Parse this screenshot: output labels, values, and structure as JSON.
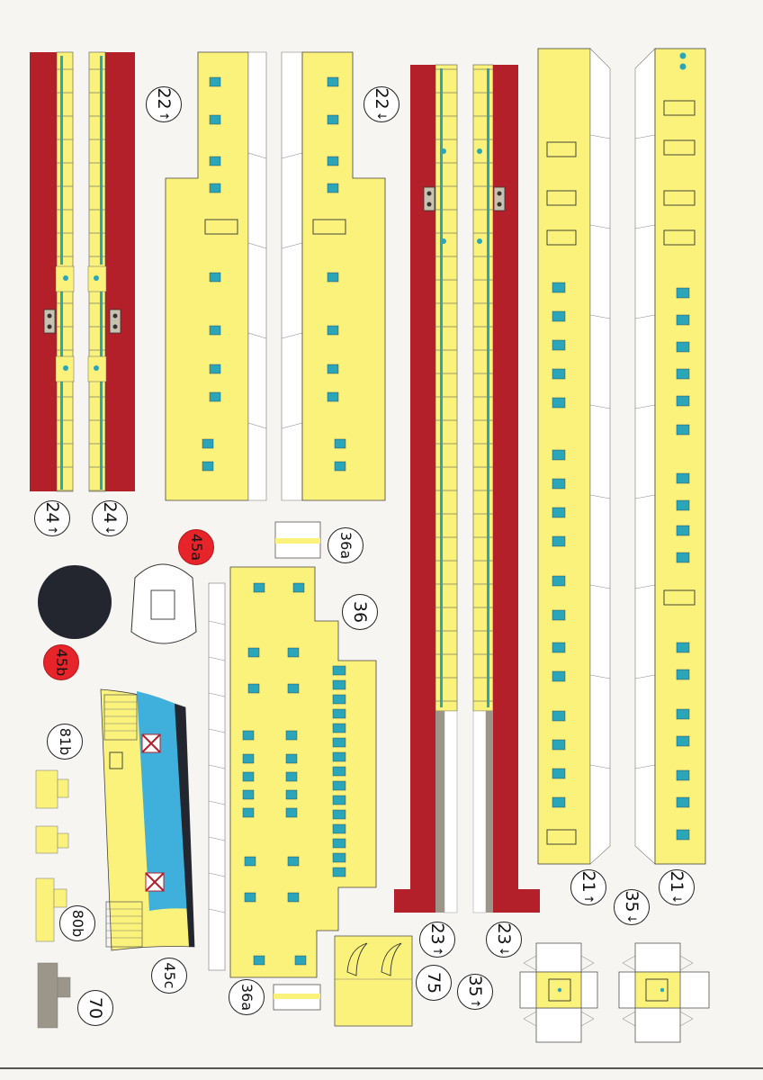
{
  "colors": {
    "paper": "#f6f5f1",
    "red": "#b3202a",
    "yellow": "#faf27a",
    "teal": "#2aa6b8",
    "blue": "#3fb0dc",
    "navy": "#23262f",
    "grey": "#9c968a",
    "label_red": "#e8242b"
  },
  "labels": [
    {
      "id": "24a",
      "text": "24",
      "arrow": "↑",
      "red": false
    },
    {
      "id": "24b",
      "text": "24",
      "arrow": "↓",
      "red": false
    },
    {
      "id": "22a",
      "text": "22",
      "arrow": "↑",
      "red": false
    },
    {
      "id": "22b",
      "text": "22",
      "arrow": "↓",
      "red": false
    },
    {
      "id": "23a",
      "text": "23",
      "arrow": "↑",
      "red": false
    },
    {
      "id": "23b",
      "text": "23",
      "arrow": "↓",
      "red": false
    },
    {
      "id": "21a",
      "text": "21",
      "arrow": "↑",
      "red": false
    },
    {
      "id": "21b",
      "text": "21",
      "arrow": "↓",
      "red": false
    },
    {
      "id": "36",
      "text": "36",
      "arrow": "",
      "red": false
    },
    {
      "id": "36a1",
      "text": "36a",
      "arrow": "",
      "red": false
    },
    {
      "id": "36a2",
      "text": "36a",
      "arrow": "",
      "red": false
    },
    {
      "id": "45a",
      "text": "45a",
      "arrow": "",
      "red": true
    },
    {
      "id": "45b",
      "text": "45b",
      "arrow": "",
      "red": true
    },
    {
      "id": "45c",
      "text": "45c",
      "arrow": "",
      "red": false
    },
    {
      "id": "81b",
      "text": "81b",
      "arrow": "",
      "red": false
    },
    {
      "id": "80b",
      "text": "80b",
      "arrow": "",
      "red": false
    },
    {
      "id": "70",
      "text": "70",
      "arrow": "",
      "red": false
    },
    {
      "id": "75",
      "text": "75",
      "arrow": "",
      "red": false
    },
    {
      "id": "35a",
      "text": "35",
      "arrow": "↑",
      "red": false
    },
    {
      "id": "35b",
      "text": "35",
      "arrow": "↓",
      "red": false
    }
  ]
}
